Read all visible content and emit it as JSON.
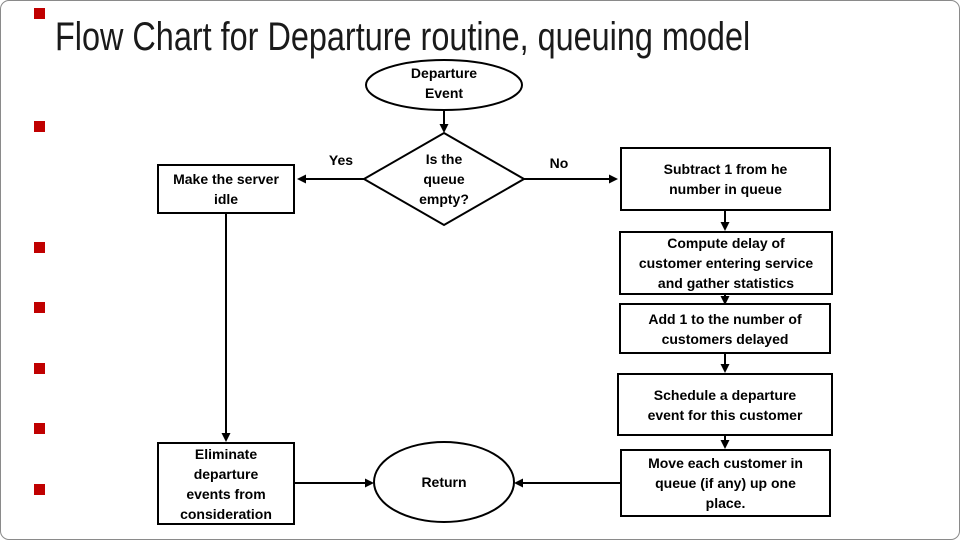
{
  "slide_title": "Flow Chart for Departure routine, queuing model",
  "colors": {
    "stroke": "#000000",
    "background": "#ffffff",
    "bullet_marker": "#c00000"
  },
  "edge_labels": {
    "yes": "Yes",
    "no": "No"
  },
  "nodes": {
    "start": {
      "shape": "ellipse",
      "lines": [
        "Departure",
        "Event"
      ]
    },
    "decision": {
      "shape": "diamond",
      "lines": [
        "Is the",
        "queue",
        "empty?"
      ]
    },
    "make_idle": {
      "shape": "rect",
      "lines": [
        "Make the server",
        "idle"
      ]
    },
    "subtract": {
      "shape": "rect",
      "lines": [
        "Subtract 1 from he",
        "number in queue"
      ]
    },
    "compute": {
      "shape": "rect",
      "lines": [
        "Compute delay of",
        "customer entering service",
        "and gather statistics"
      ]
    },
    "add": {
      "shape": "rect",
      "lines": [
        "Add 1 to the number of",
        "customers delayed"
      ]
    },
    "schedule": {
      "shape": "rect",
      "lines": [
        "Schedule a departure",
        "event for this customer"
      ]
    },
    "move": {
      "shape": "rect",
      "lines": [
        "Move each customer in",
        "queue (if any) up one",
        "place."
      ]
    },
    "eliminate": {
      "shape": "rect",
      "lines": [
        "Eliminate",
        "departure",
        "events from",
        "consideration"
      ]
    },
    "return": {
      "shape": "ellipse",
      "lines": [
        "Return"
      ]
    }
  }
}
